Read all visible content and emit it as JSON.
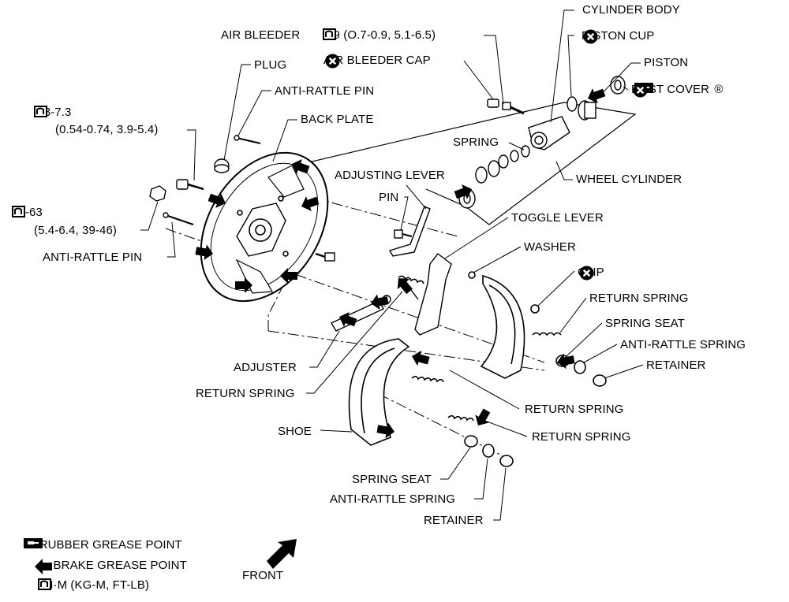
{
  "callouts": {
    "cylinder_body": "CYLINDER BODY",
    "air_bleeder": "AIR BLEEDER",
    "air_bleeder_torque": "7-9 (O.7-0.9, 5.1-6.5)",
    "piston_cup": "PISTON CUP",
    "air_bleeder_cap": "AIR BLEEDER CAP",
    "plug": "PLUG",
    "piston": "PISTON",
    "dust_cover": "DUST COVER",
    "registered_mark": "®",
    "anti_rattle_pin_top": "ANTI-RATTLE PIN",
    "torque_small_line1": "5.3-7.3",
    "torque_small_line2": "(0.54-0.74, 3.9-5.4)",
    "back_plate": "BACK PLATE",
    "spring": "SPRING",
    "adjusting_lever": "ADJUSTING LEVER",
    "wheel_cylinder": "WHEEL CYLINDER",
    "pin": "PIN",
    "torque_large_line1": "53-63",
    "torque_large_line2": "(5.4-6.4, 39-46)",
    "toggle_lever": "TOGGLE LEVER",
    "anti_rattle_pin_left": "ANTI-RATTLE PIN",
    "washer": "WASHER",
    "clip": "CLIP",
    "return_spring_right": "RETURN SPRING",
    "spring_seat_right": "SPRING SEAT",
    "anti_rattle_spring_right": "ANTI-RATTLE SPRING",
    "retainer_right": "RETAINER",
    "adjuster": "ADJUSTER",
    "return_spring_left": "RETURN SPRING",
    "return_spring_mid": "RETURN SPRING",
    "shoe": "SHOE",
    "return_spring_bottom": "RETURN SPRING",
    "spring_seat_bottom": "SPRING SEAT",
    "anti_rattle_spring_bottom": "ANTI-RATTLE SPRING",
    "retainer_bottom": "RETAINER"
  },
  "legend": {
    "rubber_grease_symbol": "®",
    "rubber_grease": ": RUBBER GREASE POINT",
    "brake_grease": ": BRAKE GREASE POINT",
    "torque_units": ": N·M (KG-M, FT-LB)",
    "front": "FRONT"
  },
  "icons": [
    "torque-wrench-icon",
    "do-not-reuse-icon",
    "rubber-grease-icon",
    "brake-grease-arrow-icon",
    "front-arrow-icon"
  ],
  "colors": {
    "ink": "#000000",
    "paper": "#ffffff"
  }
}
